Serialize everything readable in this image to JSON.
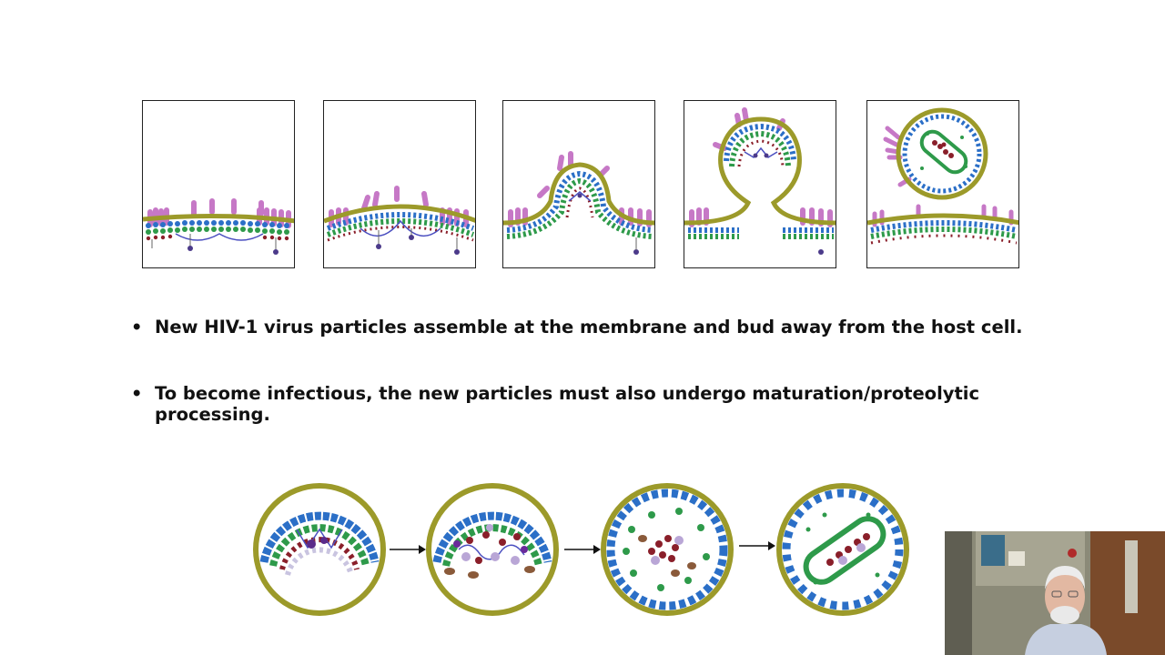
{
  "slide": {
    "bullets": [
      "New HIV-1 virus particles assemble at the membrane and bud away from the host cell.",
      "To become infectious, the new particles must also undergo maturation/proteolytic processing."
    ],
    "bullet_symbol": "•"
  },
  "colors": {
    "membrane": "#9c9a2a",
    "envelope_protein": "#b565b5",
    "matrix": "#2b6fc7",
    "capsid": "#2e9a4a",
    "nucleocapsid": "#8a1f2a",
    "rna": "#4b4fc0",
    "outline": "#222222"
  },
  "diagram": {
    "budding_panels": [
      "assembly-start",
      "curving",
      "budding",
      "pinching",
      "released"
    ],
    "maturation_stages": [
      "immature",
      "early-processing",
      "late-processing",
      "mature"
    ]
  },
  "webcam": {
    "label": "presenter-video"
  }
}
